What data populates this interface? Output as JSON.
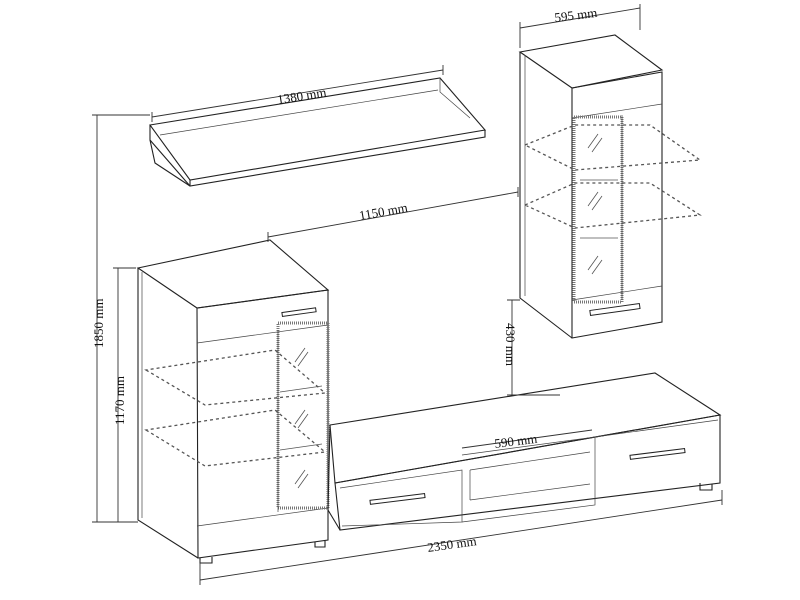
{
  "dimensions": {
    "shelf_width": "1380 mm",
    "wall_cabinet_width": "595 mm",
    "spacing": "1150 mm",
    "total_height": "1850 mm",
    "cabinet_height": "1170 mm",
    "wall_cabinet_gap": "430 mm",
    "tv_open_width": "590 mm",
    "total_width": "2350 mm"
  }
}
